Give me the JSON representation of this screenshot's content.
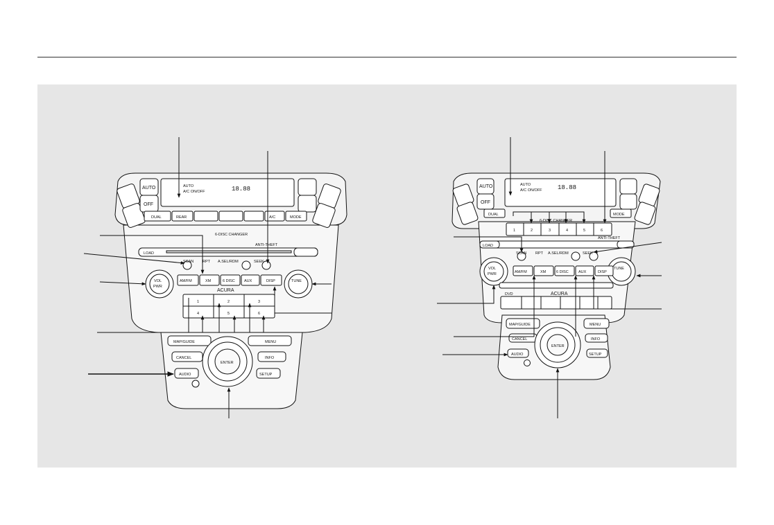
{
  "left_panel": {
    "climate": {
      "auto": "AUTO",
      "off": "OFF",
      "dual": "DUAL",
      "rear": "REAR",
      "ac": "A/C",
      "mode": "MODE",
      "display_auto": "AUTO",
      "display_acoff": "A/C ON/OFF",
      "display_digits": "18.88"
    },
    "audio": {
      "disc_changer": "6-DISC CHANGER",
      "load": "LOAD",
      "scan": "SCAN",
      "rpt": "RPT",
      "asel": "A.SEL/RDM",
      "seek": "SEEK",
      "amfm": "AM/FM",
      "xm": "XM",
      "sixdisc": "6 DISC",
      "aux": "AUX",
      "disp": "DISP",
      "vol": "VOL",
      "pwr": "PWR",
      "tune": "TUNE",
      "antitheft": "ANTI-THEFT",
      "brand": "ACURA",
      "presets": [
        "1",
        "2",
        "3",
        "4",
        "5",
        "6"
      ]
    },
    "nav": {
      "mapguide": "MAP/GUIDE",
      "menu": "MENU",
      "cancel": "CANCEL",
      "info": "INFO",
      "audio": "AUDIO",
      "setup": "SETUP",
      "enter": "ENTER"
    }
  },
  "right_panel": {
    "climate": {
      "auto": "AUTO",
      "off": "OFF",
      "dual": "DUAL",
      "mode": "MODE",
      "display_auto": "AUTO",
      "display_acoff": "A/C ON/OFF",
      "display_digits": "18.88"
    },
    "audio": {
      "disc_changer": "6-DISC CHANGER",
      "load": "LOAD",
      "scan": "SCAN",
      "rpt": "RPT",
      "asel": "A.SEL/RDM",
      "seek": "SEEK",
      "amfm": "AM/FM",
      "xm": "XM",
      "sixdisc": "6 DISC",
      "aux": "AUX",
      "disp": "DISP",
      "vol": "VOL",
      "pwr": "PWR",
      "tune": "TUNE",
      "antitheft": "ANTI-THEFT",
      "brand": "ACURA",
      "presets": [
        "1",
        "2",
        "3",
        "4",
        "5",
        "6"
      ],
      "dvd": "DVD"
    },
    "nav": {
      "mapguide": "MAP/GUIDE",
      "menu": "MENU",
      "cancel": "CANCEL",
      "info": "INFO",
      "audio": "AUDIO",
      "setup": "SETUP",
      "enter": "ENTER"
    }
  }
}
